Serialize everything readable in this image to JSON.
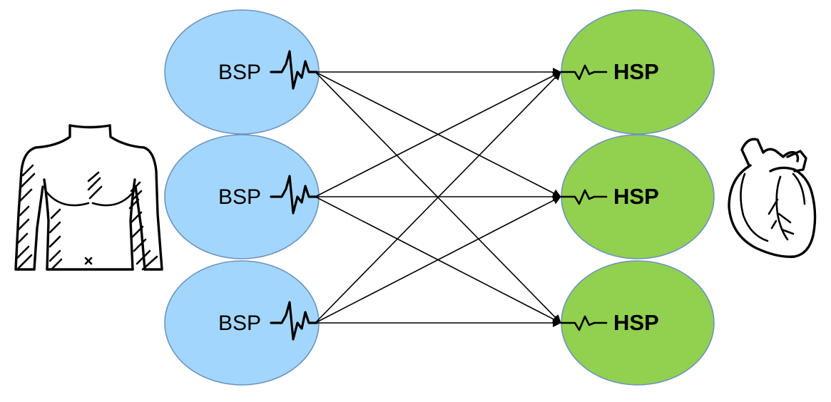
{
  "diagram": {
    "left_nodes": [
      {
        "label": "BSP"
      },
      {
        "label": "BSP"
      },
      {
        "label": "BSP"
      }
    ],
    "right_nodes": [
      {
        "label": "HSP"
      },
      {
        "label": "HSP"
      },
      {
        "label": "HSP"
      }
    ],
    "left_node_color": "#a3d6fc",
    "right_node_color": "#92d050",
    "node_border_color": "#6d93c0",
    "connections": "fully-connected",
    "icons": {
      "left": "human-torso-icon",
      "right": "heart-icon"
    }
  }
}
